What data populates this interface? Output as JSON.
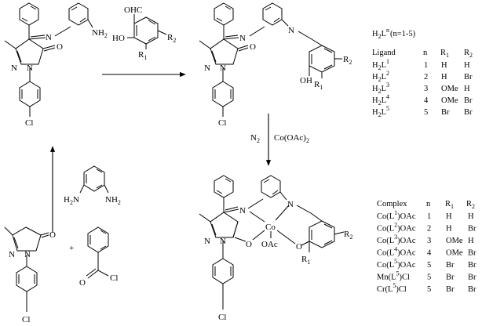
{
  "scheme": {
    "atom_labels": {
      "n": "N",
      "nh2": "NH",
      "nh2_sub": "2",
      "o": "O",
      "cl": "Cl",
      "cho": "OHC",
      "ho": "HO",
      "oh": "OH",
      "r1": "R",
      "r1_sub": "1",
      "r2": "R",
      "r2_sub": "2",
      "co": "Co",
      "oac": "OAc"
    },
    "amine_reagent": {
      "left": "H",
      "left_sub": "2",
      "left_tail": "N",
      "right": "NH",
      "right_sub": "2"
    },
    "plus": "+",
    "reaction_conditions": {
      "atmosphere_main": "N",
      "atmosphere_sub": "2",
      "reagent_main": "Co(OAc)",
      "reagent_sub": "2"
    },
    "ligand_formula": {
      "main": "H",
      "sub1": "2",
      "tail": "L",
      "sup": "n",
      "range": "(n=1-5)"
    },
    "ligand_table": {
      "headers": [
        "Ligand",
        "n",
        "R",
        "R"
      ],
      "header_subs": [
        "",
        "",
        "1",
        "2"
      ],
      "rows": [
        {
          "name": "H",
          "name_sub": "2",
          "name_tail": "L",
          "name_sup": "1",
          "n": "1",
          "r1": "H",
          "r2": "H"
        },
        {
          "name": "H",
          "name_sub": "2",
          "name_tail": "L",
          "name_sup": "2",
          "n": "2",
          "r1": "H",
          "r2": "Br"
        },
        {
          "name": "H",
          "name_sub": "2",
          "name_tail": "L",
          "name_sup": "3",
          "n": "3",
          "r1": "OMe",
          "r2": "H"
        },
        {
          "name": "H",
          "name_sub": "2",
          "name_tail": "L",
          "name_sup": "4",
          "n": "4",
          "r1": "OMe",
          "r2": "Br"
        },
        {
          "name": "H",
          "name_sub": "2",
          "name_tail": "L",
          "name_sup": "5",
          "n": "5",
          "r1": "Br",
          "r2": "Br"
        }
      ]
    },
    "complex_table": {
      "headers": [
        "Complex",
        "n",
        "R",
        "R"
      ],
      "header_subs": [
        "",
        "",
        "1",
        "2"
      ],
      "rows": [
        {
          "pre": "Co(L",
          "sup": "1",
          "post": ")OAc",
          "n": "1",
          "r1": "H",
          "r2": "H"
        },
        {
          "pre": "Co(L",
          "sup": "2",
          "post": ")OAc",
          "n": "2",
          "r1": "H",
          "r2": "Br"
        },
        {
          "pre": "Co(L",
          "sup": "3",
          "post": ")OAc",
          "n": "3",
          "r1": "OMe",
          "r2": "H"
        },
        {
          "pre": "Co(L",
          "sup": "4",
          "post": ")OAc",
          "n": "4",
          "r1": "OMe",
          "r2": "Br"
        },
        {
          "pre": "Co(L",
          "sup": "5",
          "post": ")OAc",
          "n": "5",
          "r1": "Br",
          "r2": "Br"
        },
        {
          "pre": "Mn(L",
          "sup": "5",
          "post": ")Cl",
          "n": "5",
          "r1": "Br",
          "r2": "Br"
        },
        {
          "pre": "Cr(L",
          "sup": "5",
          "post": ")Cl",
          "n": "5",
          "r1": "Br",
          "r2": "Br"
        }
      ]
    }
  }
}
